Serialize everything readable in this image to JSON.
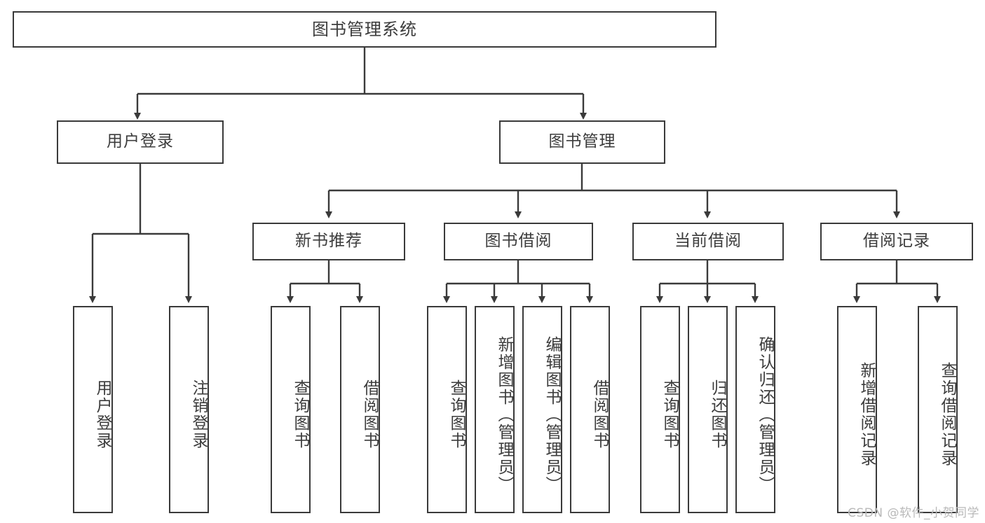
{
  "diagram": {
    "type": "tree-hierarchy",
    "title": "图书管理系统",
    "background_color": "#ffffff",
    "line_color": "#3a3a3a",
    "text_color": "#3c3c3c",
    "root": {
      "label": "图书管理系统"
    },
    "level2": [
      {
        "label": "用户登录"
      },
      {
        "label": "图书管理"
      }
    ],
    "level3": [
      {
        "label": "新书推荐"
      },
      {
        "label": "图书借阅"
      },
      {
        "label": "当前借阅"
      },
      {
        "label": "借阅记录"
      }
    ],
    "leaves": {
      "user_login": [
        {
          "label": "用户登录"
        },
        {
          "label": "注销登录"
        }
      ],
      "new_book_recommend": [
        {
          "label": "查询图书"
        },
        {
          "label": "借阅图书"
        }
      ],
      "book_borrow": [
        {
          "label": "查询图书"
        },
        {
          "label": "新增图书（管理员）"
        },
        {
          "label": "编辑图书（管理员）"
        },
        {
          "label": "借阅图书"
        }
      ],
      "current_borrow": [
        {
          "label": "查询图书"
        },
        {
          "label": "归还图书"
        },
        {
          "label": "确认归还（管理员）"
        }
      ],
      "borrow_record": [
        {
          "label": "新增借阅记录"
        },
        {
          "label": "查询借阅记录"
        }
      ]
    }
  },
  "watermark": {
    "text": "CSDN @软件_小贺同学"
  }
}
